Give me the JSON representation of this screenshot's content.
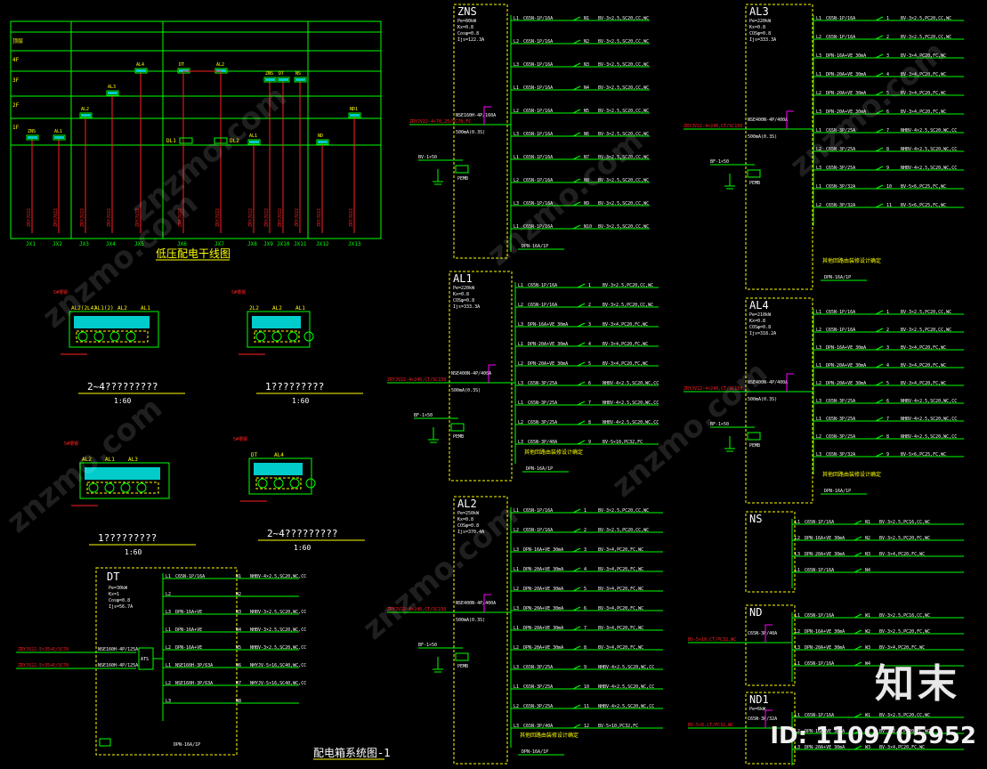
{
  "trunk": {
    "title": "低压配电干线图",
    "floors": [
      "顶层",
      "4F",
      "3F",
      "2F",
      "1F"
    ],
    "columns": [
      "JX1",
      "JX2",
      "JX3",
      "JX4",
      "JX5",
      "JX6",
      "JX7",
      "JX8",
      "JX9",
      "JX10",
      "JX11",
      "JX12",
      "JX13"
    ],
    "boxes": [
      "ZNS",
      "AL1",
      "AL2",
      "AL3",
      "AL4",
      "DT",
      "AL2",
      "AL1",
      "ZNS",
      "DT",
      "NS",
      "ND",
      "ND1"
    ],
    "dl": [
      "DL1",
      "DL2"
    ]
  },
  "sections": [
    {
      "caption": "2~4?????????",
      "scale": "1:60",
      "labels": [
        "AL2(2L4)",
        "AL1(2)",
        "AL2",
        "AL1"
      ]
    },
    {
      "caption": "1?????????",
      "scale": "1:60",
      "labels": [
        "2L2",
        "AL2",
        "AL1"
      ]
    },
    {
      "caption": "1?????????",
      "scale": "1:60",
      "labels": [
        "AL2",
        "AL1",
        "AL3"
      ]
    },
    {
      "caption": "2~4?????????",
      "scale": "1:60",
      "labels": [
        "DT",
        "AL4"
      ]
    }
  ],
  "panels": {
    "ZNS": {
      "name": "ZNS",
      "params": [
        "Pe=80kW",
        "Kx=0.8",
        "Cosφ=0.8",
        "Ijs=122.3A"
      ],
      "incoming": "ZRYJV22-4×70,25/SC70,FC",
      "main": "NSE160H-4P/160A",
      "rcd": "500mA(0.3S)",
      "earth": "BV-1×50",
      "spd": "PEMB",
      "rows": [
        [
          "L1",
          "C65N-1P/16A",
          "N1",
          "BV-3×2.5,SC20,CC,WC"
        ],
        [
          "L2",
          "C65N-1P/16A",
          "N2",
          "BV-3×2.5,SC20,CC,WC"
        ],
        [
          "L3",
          "C65N-1P/16A",
          "N3",
          "BV-3×2.5,SC20,CC,WC"
        ],
        [
          "L1",
          "C65N-1P/16A",
          "N4",
          "BV-3×2.5,SC20,CC,WC"
        ],
        [
          "L2",
          "C65N-1P/16A",
          "N5",
          "BV-3×2.5,SC20,CC,WC"
        ],
        [
          "L3",
          "C65N-1P/16A",
          "N6",
          "BV-3×2.5,SC20,CC,WC"
        ],
        [
          "L1",
          "C65N-1P/16A",
          "N7",
          "BV-3×2.5,SC20,CC,WC"
        ],
        [
          "L2",
          "C65N-1P/16A",
          "N8",
          "BV-3×2.5,SC20,CC,WC"
        ],
        [
          "L3",
          "C65N-1P/16A",
          "N9",
          "BV-3×2.5,SC20,CC,WC"
        ],
        [
          "L1",
          "C65N-1P/16A",
          "N10",
          "BV-3×2.5,SC20,CC,WC"
        ]
      ],
      "spare": "DPN-16A/1P"
    },
    "AL1": {
      "name": "AL1",
      "params": [
        "Pe=220kW",
        "Kx=0.8",
        "COSφ=0.8",
        "Ijs=333.3A"
      ],
      "incoming": "ZRYJV22-4×240,CT/SC150",
      "main": "NSE400N-4P/400A",
      "rcd": "500mA(0.3S)",
      "earth": "BF-1×50",
      "spd": "PEMB",
      "rows": [
        [
          "L1",
          "C65N-1P/16A",
          "1",
          "BV-3×2.5,PC20,CC,WC"
        ],
        [
          "L2",
          "C65N-1P/16A",
          "2",
          "BV-3×2.5,PC20,CC,WC"
        ],
        [
          "L3",
          "DPN-16A+VE 30mA",
          "3",
          "BV-3×4,PC20,FC,WC"
        ],
        [
          "L1",
          "DPN-20A+VE 30mA",
          "4",
          "BV-3×4,PC20,FC,WC"
        ],
        [
          "L2",
          "DPN-20A+VE 30mA",
          "5",
          "BV-3×4,PC20,FC,WC"
        ],
        [
          "L3",
          "C65N-3P/25A",
          "6",
          "NHBV-4×2.5,SC20,WC,CC"
        ],
        [
          "L1",
          "C65N-3P/25A",
          "7",
          "NHBV-4×2.5,SC20,WC,CC"
        ],
        [
          "L2",
          "C65N-3P/25A",
          "8",
          "NHBV-4×2.5,SC20,WC,CC"
        ],
        [
          "L3",
          "C65N-3P/40A",
          "9",
          "BV-5×10,PC32,FC"
        ]
      ],
      "note": "其他回路由装修设计确定",
      "spare": "DPN-16A/1P"
    },
    "AL2": {
      "name": "AL2",
      "params": [
        "Pe=250kW",
        "Kx=0.8",
        "COSφ=0.8",
        "Ijs=370.4A"
      ],
      "incoming": "ZRYJV22-4×240,CT/SC150",
      "main": "NSE400N-4P/400A",
      "rcd": "500mA(0.3S)",
      "earth": "BF-1×50",
      "spd": "PEMB",
      "rows": [
        [
          "L1",
          "C65N-1P/16A",
          "1",
          "BV-3×2.5,PC20,CC,WC"
        ],
        [
          "L2",
          "C65N-1P/16A",
          "2",
          "BV-3×2.5,PC20,CC,WC"
        ],
        [
          "L3",
          "DPN-16A+VE 30mA",
          "3",
          "BV-3×4,PC20,FC,WC"
        ],
        [
          "L1",
          "DPN-20A+VE 30mA",
          "4",
          "BV-3×4,PC20,FC,WC"
        ],
        [
          "L2",
          "DPN-20A+VE 30mA",
          "5",
          "BV-3×4,PC20,FC,WC"
        ],
        [
          "L3",
          "DPN-20A+VE 30mA",
          "6",
          "BV-3×4,PC20,FC,WC"
        ],
        [
          "L1",
          "DPN-20A+VE 30mA",
          "7",
          "BV-3×4,PC20,FC,WC"
        ],
        [
          "L2",
          "DPN-20A+VE 30mA",
          "8",
          "BV-3×4,PC20,FC,WC"
        ],
        [
          "L3",
          "C65N-3P/25A",
          "9",
          "NHBV-4×2.5,SC20,WC,CC"
        ],
        [
          "L1",
          "C65N-3P/25A",
          "10",
          "NHBV-4×2.5,SC20,WC,CC"
        ],
        [
          "L2",
          "C65N-3P/25A",
          "11",
          "NHBV-4×2.5,SC20,WC,CC"
        ],
        [
          "L3",
          "C65N-3P/40A",
          "12",
          "BV-5×10,PC32,FC"
        ]
      ],
      "note": "其他回路由装修设计确定",
      "spare": "DPN-16A/1P"
    },
    "AL3": {
      "name": "AL3",
      "params": [
        "Pe=220kW",
        "Kx=0.8",
        "COSφ=0.8",
        "Ijs=333.3A"
      ],
      "incoming": "ZRYJV22-4×240,CT/SC150",
      "main": "NSE400N-4P/400A",
      "rcd": "500mA(0.3S)",
      "earth": "BF-1×50",
      "spd": "PEMB",
      "rows": [
        [
          "L1",
          "C65N-1P/16A",
          "1",
          "BV-3×2.5,PC20,CC,WC"
        ],
        [
          "L2",
          "C65N-1P/16A",
          "2",
          "BV-3×2.5,PC20,CC,WC"
        ],
        [
          "L3",
          "DPN-16A+VE 30mA",
          "3",
          "BV-3×4,PC20,FC,WC"
        ],
        [
          "L1",
          "DPN-20A+VE 30mA",
          "4",
          "BV-3×4,PC20,FC,WC"
        ],
        [
          "L2",
          "DPN-20A+VE 30mA",
          "5",
          "BV-3×4,PC20,FC,WC"
        ],
        [
          "L3",
          "DPN-20A+VE 30mA",
          "6",
          "BV-3×4,PC20,FC,WC"
        ],
        [
          "L1",
          "C65N-3P/25A",
          "7",
          "NHBV-4×2.5,SC20,WC,CC"
        ],
        [
          "L2",
          "C65N-3P/25A",
          "8",
          "NHBV-4×2.5,SC20,WC,CC"
        ],
        [
          "L3",
          "C65N-3P/25A",
          "9",
          "NHBV-4×2.5,SC20,WC,CC"
        ],
        [
          "L1",
          "C65N-3P/32A",
          "10",
          "BV-5×6,PC25,FC,WC"
        ],
        [
          "L2",
          "C65N-3P/32A",
          "11",
          "BV-5×6,PC25,FC,WC"
        ]
      ],
      "note": "其他回路由装修设计确定",
      "spare": "DPN-16A/1P"
    },
    "AL4": {
      "name": "AL4",
      "params": [
        "Pe=210kW",
        "Kx=0.8",
        "COSφ=0.8",
        "Ijs=318.2A"
      ],
      "incoming": "ZRYJV22-4×240,CT/SC150",
      "main": "NSE400N-4P/400A",
      "rcd": "500mA(0.3S)",
      "earth": "BF-1×50",
      "spd": "PEMB",
      "rows": [
        [
          "L1",
          "C65N-1P/16A",
          "1",
          "BV-3×2.5,PC20,CC,WC"
        ],
        [
          "L2",
          "C65N-1P/16A",
          "2",
          "BV-3×2.5,PC20,CC,WC"
        ],
        [
          "L3",
          "DPN-16A+VE 30mA",
          "3",
          "BV-3×4,PC20,FC,WC"
        ],
        [
          "L1",
          "DPN-20A+VE 30mA",
          "4",
          "BV-3×4,PC20,FC,WC"
        ],
        [
          "L2",
          "DPN-20A+VE 30mA",
          "5",
          "BV-3×4,PC20,FC,WC"
        ],
        [
          "L3",
          "C65N-3P/25A",
          "6",
          "NHBV-4×2.5,SC20,WC,CC"
        ],
        [
          "L1",
          "C65N-3P/25A",
          "7",
          "NHBV-4×2.5,SC20,WC,CC"
        ],
        [
          "L2",
          "C65N-3P/25A",
          "8",
          "NHBV-4×2.5,SC20,WC,CC"
        ],
        [
          "L3",
          "C65N-3P/32A",
          "9",
          "BV-5×6,PC25,FC,WC"
        ]
      ],
      "note": "其他回路由装修设计确定",
      "spare": "DPN-16A/1P"
    },
    "DT": {
      "name": "DT",
      "params": [
        "Pe=30kW",
        "Kx=1",
        "Cosφ=0.8",
        "Ijs=56.7A"
      ],
      "incoming": [
        "ZRYJV22-5×35+E/SC70",
        "ZRYJV22-5×35+E/SC70"
      ],
      "main": [
        "NSE160H-4P/125A",
        "NSE160H-4P/125A"
      ],
      "ats": "ATS",
      "rows": [
        [
          "L1",
          "C65N-1P/16A",
          "W1",
          "NHBV-4×2.5,SC20,WC,CC"
        ],
        [
          "L2",
          "",
          "W2",
          ""
        ],
        [
          "L3",
          "DPN-16A+VE",
          "W3",
          "NHBV-3×2.5,SC20,WC,CC"
        ],
        [
          "L1",
          "DPN-16A+VE",
          "W4",
          "NHBV-3×2.5,SC20,WC,CC"
        ],
        [
          "L2",
          "DPN-16A+VE",
          "W5",
          "NHBV-3×2.5,SC20,WC,CC"
        ],
        [
          "L1",
          "NSE160H-3P/63A",
          "W6",
          "NHYJV-5×16,SC40,WC,CC"
        ],
        [
          "L2",
          "NSE160H-3P/63A",
          "W7",
          "NHYJV-5×16,SC40,WC,CC"
        ],
        [
          "L3",
          "",
          "W8",
          ""
        ]
      ],
      "spare": "DPN-16A/1P",
      "title": "配电箱系统图-1"
    },
    "NS": {
      "name": "NS",
      "main": "C65N-3P/40A",
      "rows": [
        [
          "L1",
          "C65N-1P/16A",
          "N1",
          "BV-3×2.5,PC16,CC,WC"
        ],
        [
          "L2",
          "DPN-16A+VE 30mA",
          "N2",
          "BV-3×2.5,PC20,FC,WC"
        ],
        [
          "L3",
          "DPN-20A+VE 30mA",
          "N3",
          "BV-3×4,PC20,FC,WC"
        ],
        [
          "L1",
          "C65N-1P/16A",
          "N4",
          ""
        ]
      ]
    },
    "ND": {
      "name": "ND",
      "incoming": "BV-5×10,CT/PC32,WC",
      "main": "C65N-3P/40A",
      "rows": [
        [
          "L1",
          "C65N-1P/16A",
          "W1",
          "BV-3×2.5,PC16,CC,WC"
        ],
        [
          "L2",
          "DPN-16A+VE 30mA",
          "W2",
          "BV-3×2.5,PC20,FC,WC"
        ],
        [
          "L3",
          "DPN-20A+VE 30mA",
          "W3",
          "BV-3×4,PC20,FC,WC"
        ],
        [
          "L1",
          "C65N-1P/16A",
          "W4",
          ""
        ]
      ]
    },
    "ND1": {
      "name": "ND1",
      "params": [
        "Pe=6kW"
      ],
      "incoming": "BV-5×6,CT/PC32,WC",
      "main": "C65N-3P/32A",
      "rows": [
        [
          "L1",
          "C65N-1P/16A",
          "W1",
          "BV-3×2.5,PC20,CC,WC"
        ],
        [
          "L2",
          "DPN-16A+VE 30mA",
          "W2",
          "BV-3×2.5,PC20,FC,WC"
        ],
        [
          "L3",
          "DPN-20A+VE 30mA",
          "W3",
          "BV-3×4,PC20,FC,WC"
        ]
      ]
    }
  },
  "watermark": {
    "brand": "知末",
    "id": "ID: 1109705952"
  }
}
